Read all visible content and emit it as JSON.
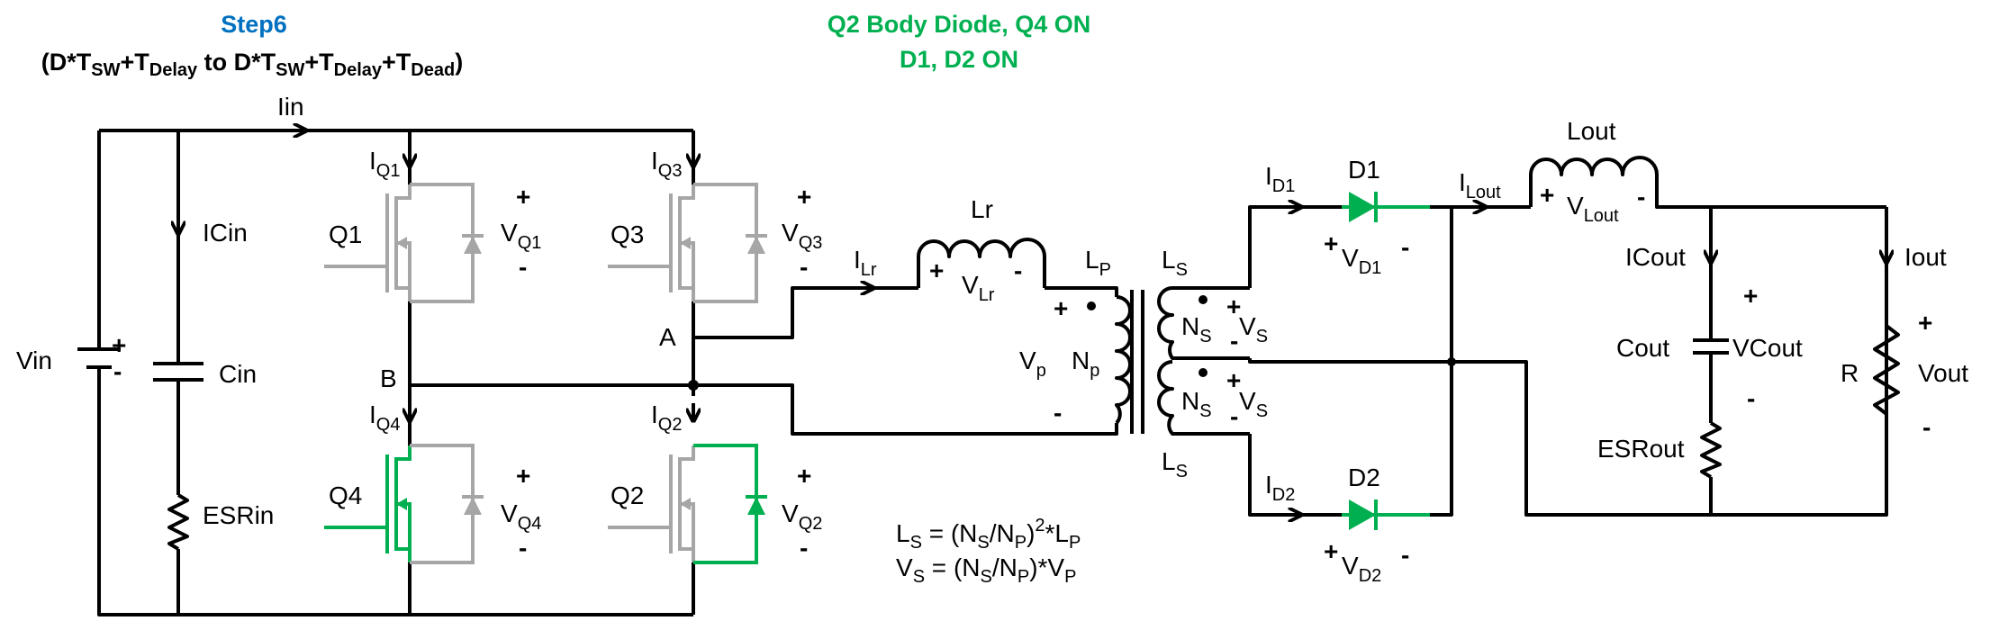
{
  "title": {
    "step": "Step6",
    "interval": {
      "open": "(D*T",
      "sw1": "SW",
      "plus1": "+T",
      "delay1": "Delay",
      "mid": " to D*T",
      "sw2": "SW",
      "plus2": "+T",
      "delay2": "Delay",
      "plus3": "+T",
      "dead": "Dead",
      "close": ")"
    },
    "state_line1": "Q2 Body Diode, Q4 ON",
    "state_line2": "D1, D2 ON"
  },
  "colors": {
    "step": "#0070c0",
    "active": "#00b050",
    "inactive": "#a6a6a6",
    "wire": "#000000"
  },
  "labels": {
    "vin": "Vin",
    "iin": "Iin",
    "icin": "ICin",
    "cin": "Cin",
    "esrin": "ESRin",
    "q1": "Q1",
    "q2": "Q2",
    "q3": "Q3",
    "q4": "Q4",
    "i_main": "I",
    "q1_sub": "Q1",
    "q2_sub": "Q2",
    "q3_sub": "Q3",
    "q4_sub": "Q4",
    "v_main": "V",
    "node_a": "A",
    "node_b": "B",
    "ilr_main": "I",
    "ilr_sub": "Lr",
    "lr": "Lr",
    "vlr_main": "V",
    "vlr_sub": "Lr",
    "lp_main": "L",
    "lp_sub": "P",
    "vp_main": "V",
    "vp_sub": "p",
    "np_main": "N",
    "np_sub": "p",
    "ls_main": "L",
    "ls_sub": "S",
    "ns_main": "N",
    "ns_sub": "S",
    "vs_main": "V",
    "vs_sub": "S",
    "d1": "D1",
    "d2": "D2",
    "id1_main": "I",
    "id1_sub": "D1",
    "id2_main": "I",
    "id2_sub": "D2",
    "vd1_main": "V",
    "vd1_sub": "D1",
    "vd2_main": "V",
    "vd2_sub": "D2",
    "ilout_main": "I",
    "ilout_sub": "Lout",
    "lout": "Lout",
    "vlout_main": "V",
    "vlout_sub": "Lout",
    "icout": "ICout",
    "cout": "Cout",
    "vcout": "VCout",
    "esrout": "ESRout",
    "iout": "Iout",
    "r": "R",
    "vout": "Vout",
    "plus": "+",
    "minus": "-"
  },
  "equations": {
    "line1": {
      "ls_main": "L",
      "ls_sub": "S",
      "eq": " = (N",
      "ns_sub": "S",
      "slash": "/N",
      "np_sub": "P",
      "close": ")",
      "exp": "2",
      "times": "*L",
      "lp_sub": "P"
    },
    "line2": {
      "vs_main": "V",
      "vs_sub": "S",
      "eq": " = (N",
      "ns_sub": "S",
      "slash": "/N",
      "np_sub": "P",
      "close": ")*V",
      "vp_sub": "P"
    }
  }
}
